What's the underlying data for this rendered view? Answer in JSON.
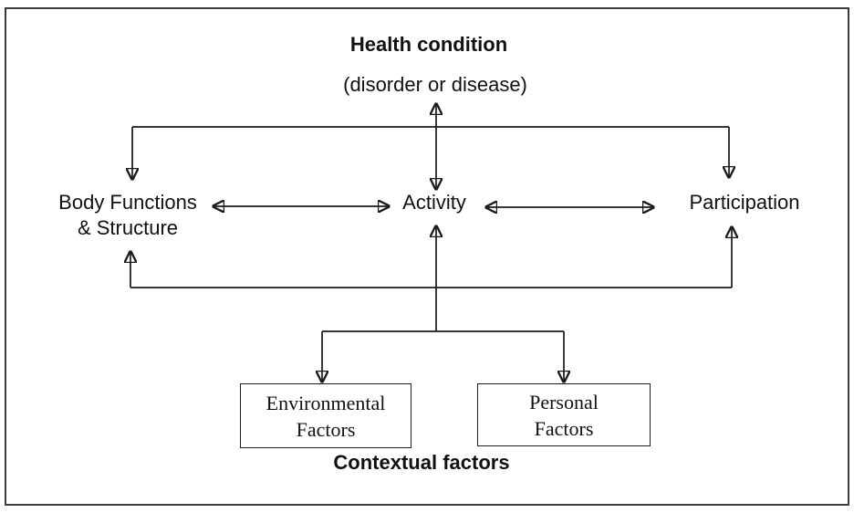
{
  "diagram": {
    "title": "Health condition",
    "subtitle": "(disorder or disease)",
    "nodes": {
      "body_functions": {
        "line1": "Body Functions",
        "line2": "& Structure"
      },
      "activity": {
        "label": "Activity"
      },
      "participation": {
        "label": "Participation"
      },
      "environmental": {
        "line1": "Environmental",
        "line2": "Factors"
      },
      "personal": {
        "line1": "Personal",
        "line2": "Factors"
      }
    },
    "footer": "Contextual factors",
    "edges": [
      "health-condition <-> activity",
      "health-condition -> body-functions",
      "health-condition -> participation",
      "body-functions <-> activity",
      "activity <-> participation",
      "contextual -> body-functions",
      "contextual -> activity",
      "contextual -> participation",
      "contextual -> environmental-factors",
      "contextual -> personal-factors"
    ],
    "colors": {
      "line": "#1a1a1a",
      "frame_border": "#3c3c3c",
      "background": "#ffffff",
      "text": "#111111"
    }
  }
}
